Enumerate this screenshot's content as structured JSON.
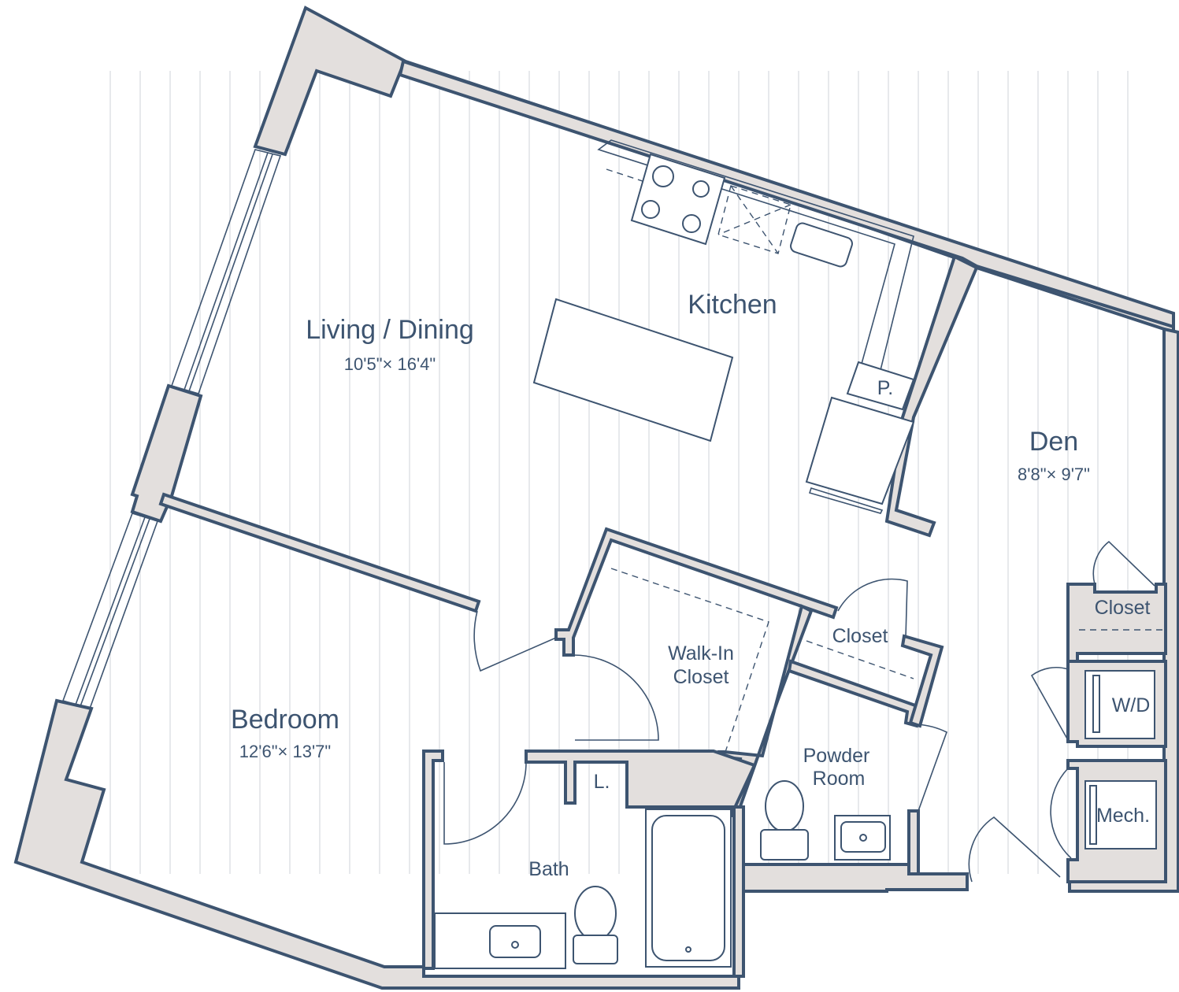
{
  "rooms": {
    "living": {
      "name": "Living / Dining",
      "dims": "10'5\"× 16'4\""
    },
    "kitchen": {
      "name": "Kitchen"
    },
    "den": {
      "name": "Den",
      "dims": "8'8\"× 9'7\""
    },
    "bedroom": {
      "name": "Bedroom",
      "dims": "12'6\"× 13'7\""
    },
    "walkin_line1": "Walk-In",
    "walkin_line2": "Closet",
    "closet_mid": "Closet",
    "closet_den": "Closet",
    "powder_line1": "Powder",
    "powder_line2": "Room",
    "bath": "Bath",
    "wd": "W/D",
    "mech": "Mech.",
    "pantry": "P.",
    "linen": "L."
  },
  "colors": {
    "wall_fill": "#e3dfdd",
    "line": "#3d5470",
    "floor_lines": "#cfd3d8"
  }
}
